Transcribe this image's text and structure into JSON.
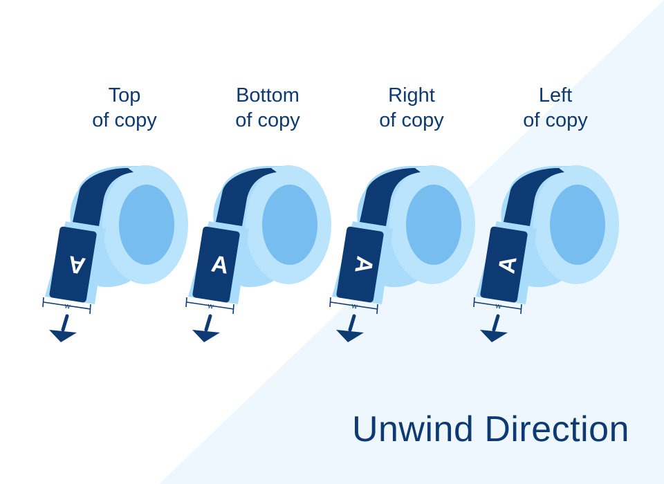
{
  "colors": {
    "navy": "#0d3a73",
    "roll_light": "#a9dcfa",
    "roll_core": "#77bdf0",
    "roll_side": "#b9e4fc",
    "background_tint": "#eef7fe"
  },
  "rolls": [
    {
      "line1": "Top",
      "line2": "of copy",
      "letter": "A",
      "letter_rotation": 180,
      "width_mark": "w"
    },
    {
      "line1": "Bottom",
      "line2": "of copy",
      "letter": "A",
      "letter_rotation": 0,
      "width_mark": "w"
    },
    {
      "line1": "Right",
      "line2": "of copy",
      "letter": "A",
      "letter_rotation": 90,
      "width_mark": "w"
    },
    {
      "line1": "Left",
      "line2": "of copy",
      "letter": "A",
      "letter_rotation": -90,
      "width_mark": "w"
    }
  ],
  "title": "Unwind Direction"
}
